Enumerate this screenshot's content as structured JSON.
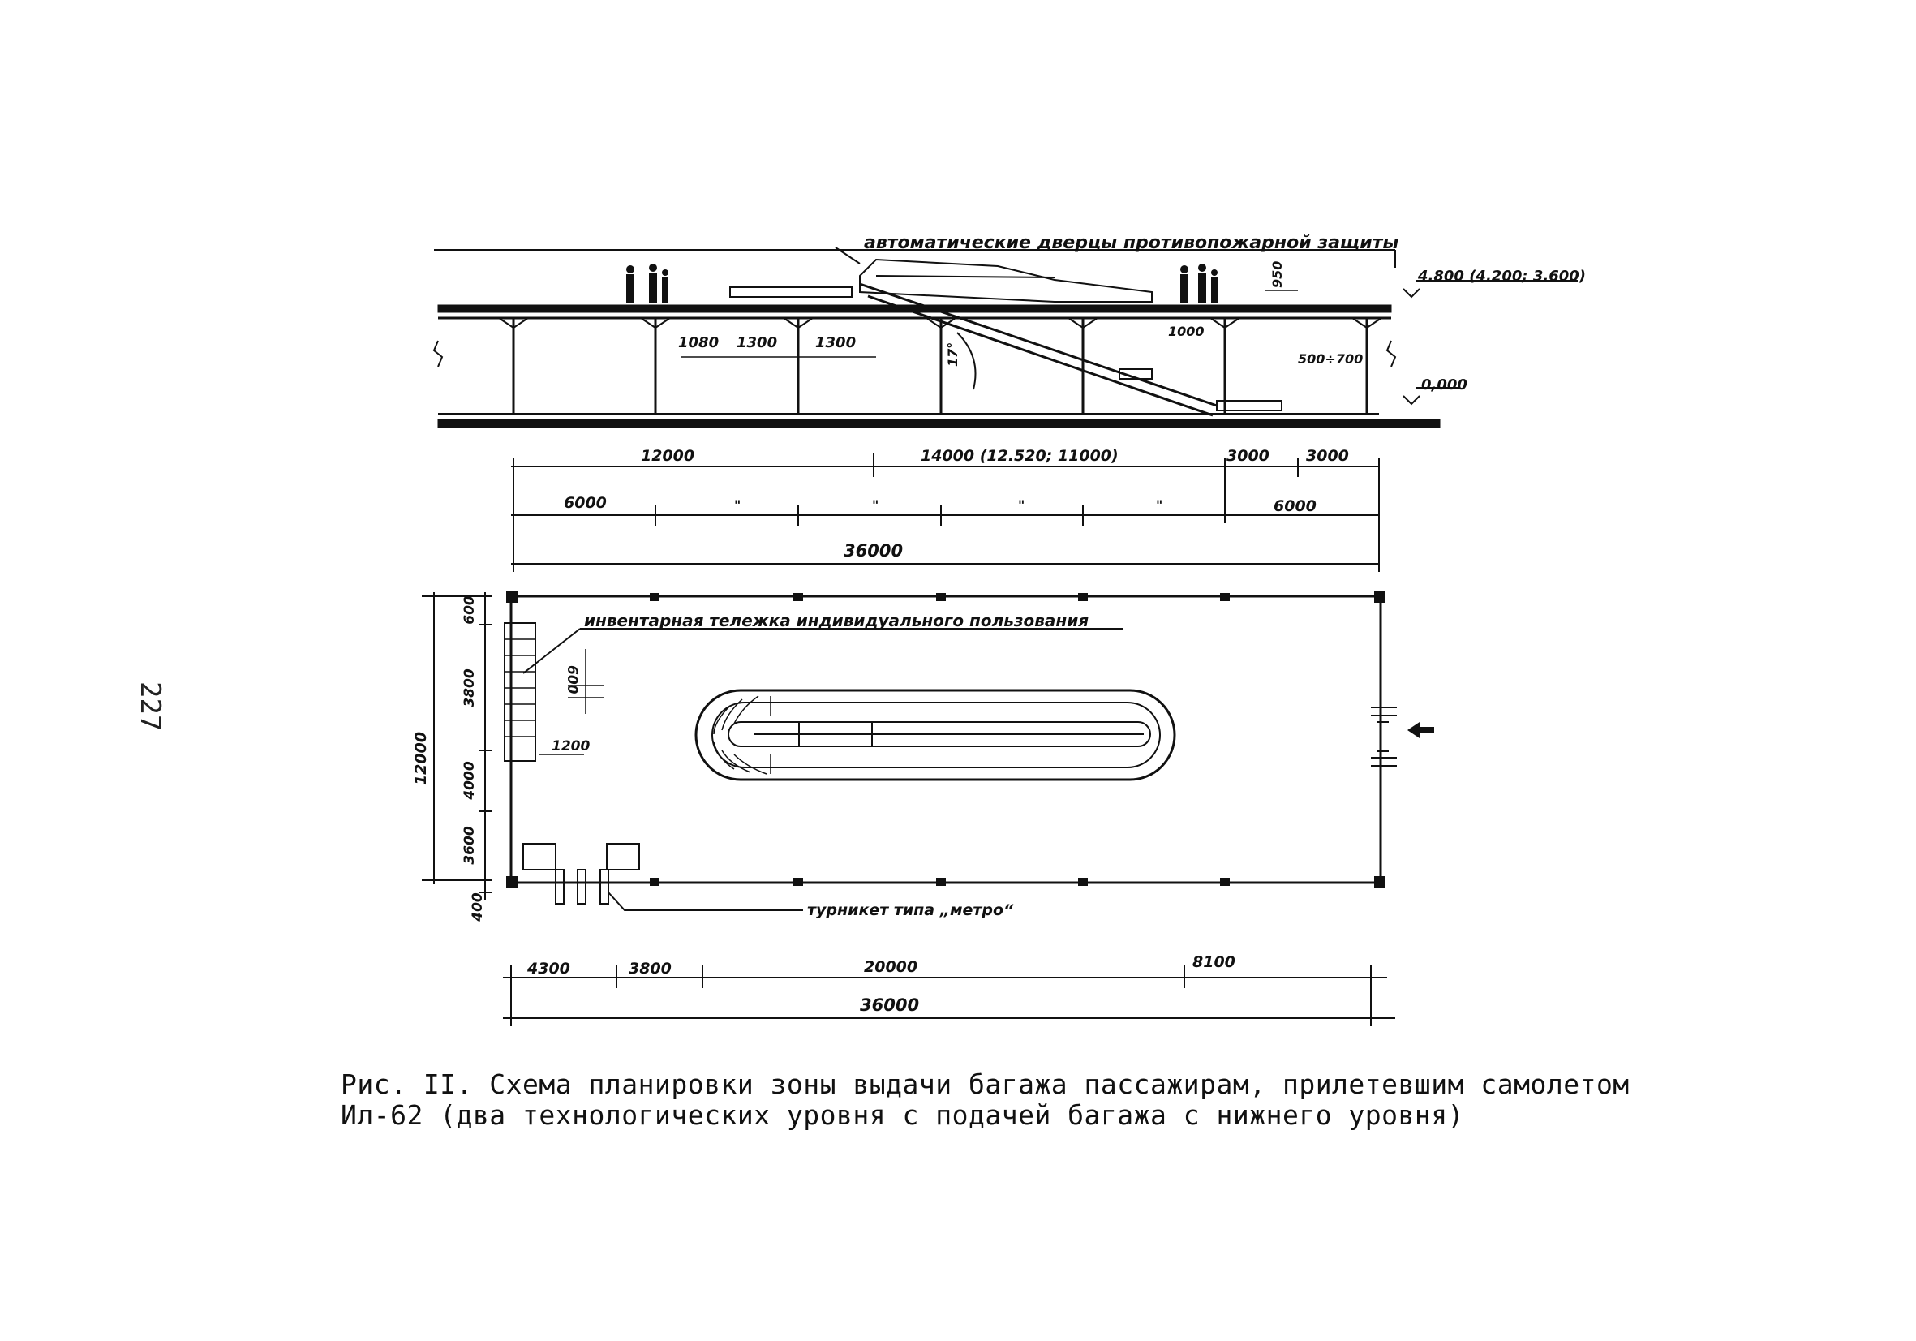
{
  "page_number": "227",
  "section": {
    "label_doors": "автоматические дверцы противопожарной защиты",
    "level_top": "4.800 (4.200; 3.600)",
    "level_bottom": "0,000",
    "dim_1080": "1080",
    "dim_1300a": "1300",
    "dim_1300b": "1300",
    "dim_950": "950",
    "dim_1000": "1000",
    "dim_500_700": "500÷700",
    "angle": "17°"
  },
  "dims_top": {
    "row1": [
      "12000",
      "14000 (12.520; 11000)",
      "3000",
      "3000"
    ],
    "row2": [
      "6000",
      "\"",
      "\"",
      "\"",
      "\"",
      "6000"
    ],
    "total": "36000"
  },
  "plan": {
    "label_trolley": "инвентарная тележка индивидуального пользования",
    "dim_600_v": "600",
    "dim_1200": "1200",
    "left_dims": [
      "600",
      "3800",
      "4000",
      "3600",
      "400"
    ],
    "left_total": "12000",
    "label_turnstile": "турникет типа „метро“"
  },
  "dims_bottom": {
    "row1": [
      "4300",
      "3800",
      "20000",
      "8100"
    ],
    "total": "36000"
  },
  "caption": {
    "line1": "Рис. II. Схема планировки зоны выдачи багажа пассажирам, прилетевшим самолетом",
    "line2": "Ил-62 (два технологических уровня с подачей багажа с нижнего уровня)"
  }
}
